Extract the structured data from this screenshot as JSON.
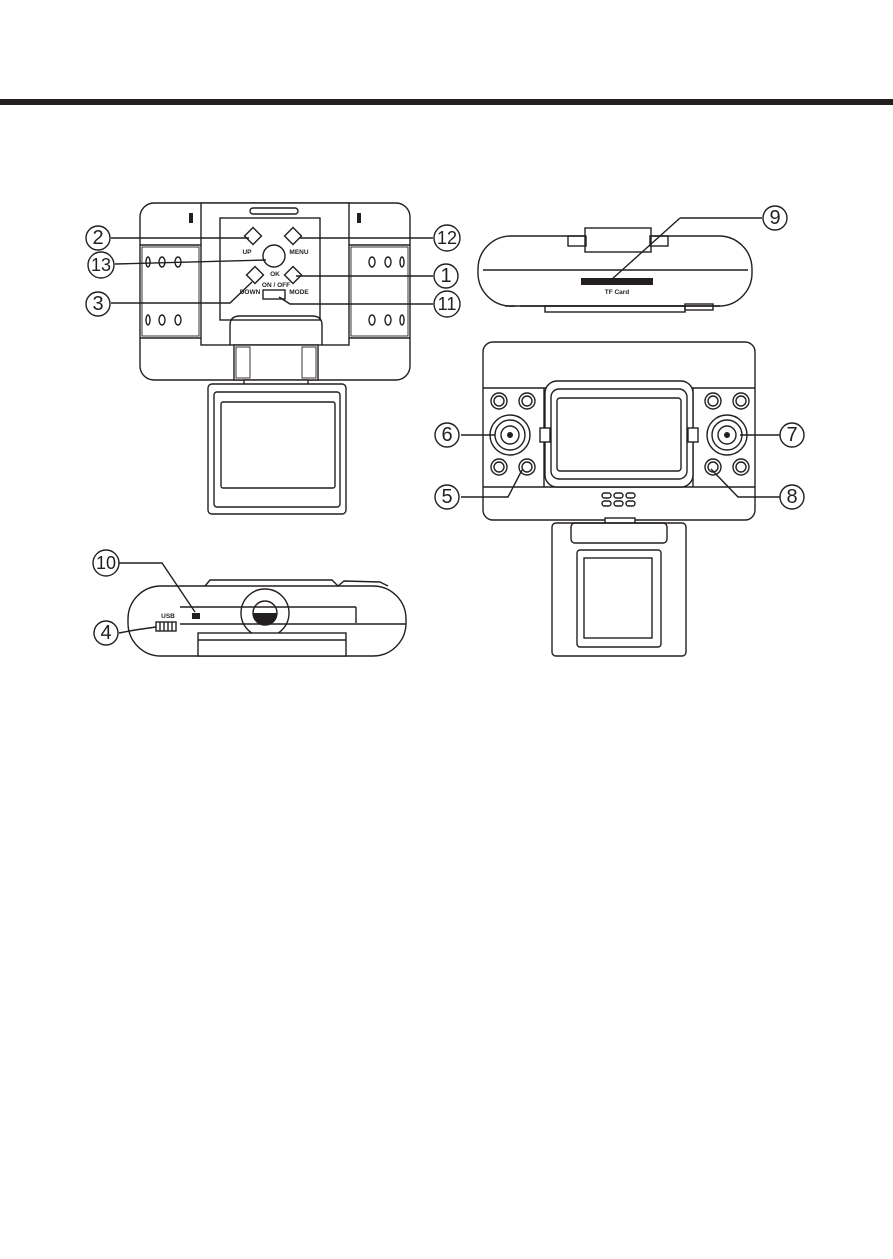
{
  "device_labels": {
    "up": "UP",
    "menu": "MENU",
    "ok": "OK",
    "down": "DOWN",
    "mode": "MODE",
    "on_off": "ON / OFF",
    "usb": "USB",
    "tf_card": "TF Card"
  },
  "callouts": [
    "1",
    "2",
    "3",
    "4",
    "5",
    "6",
    "7",
    "8",
    "9",
    "10",
    "11",
    "12",
    "13"
  ]
}
